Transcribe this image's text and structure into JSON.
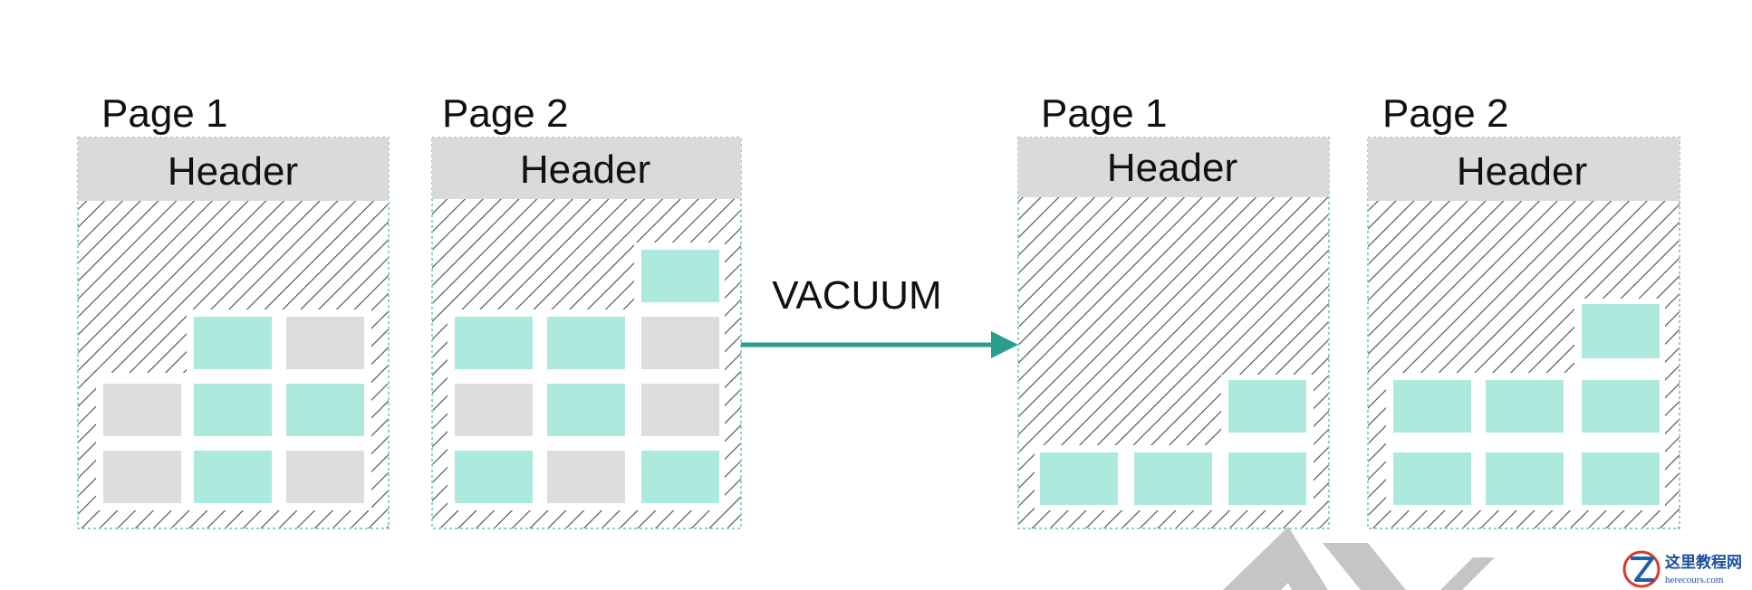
{
  "diagram": {
    "before": [
      {
        "label": "Page 1",
        "header": "Header"
      },
      {
        "label": "Page 2",
        "header": "Header"
      }
    ],
    "arrow": {
      "label": "VACUUM",
      "color": "#2a9d8f"
    },
    "after": [
      {
        "label": "Page 1",
        "header": "Header"
      },
      {
        "label": "Page 2",
        "header": "Header"
      }
    ]
  },
  "colors": {
    "live_tuple": "#aee9de",
    "dead_tuple": "#dcdddd",
    "header": "#d9dadb",
    "arrow": "#2a9d8f"
  },
  "watermark": {
    "title": "这里教程网",
    "url": "herecours.com",
    "icon": "z-logo-icon"
  }
}
